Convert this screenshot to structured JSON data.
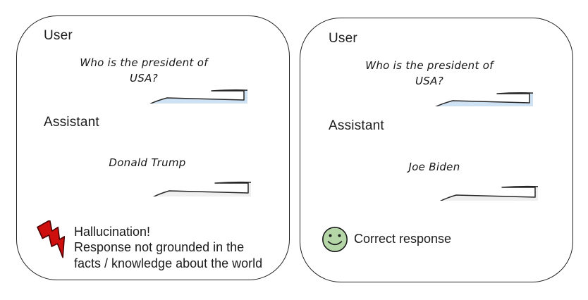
{
  "colors": {
    "user_bubble_fill": "#cfe2f3",
    "assistant_bubble_fill": "#efefef",
    "bubble_stroke": "#262626",
    "panel_border": "#222222",
    "bolt_fill": "#cf0e0e",
    "bolt_stroke": "#4a0000",
    "smiley_fill": "#b5d7a8",
    "smiley_stroke": "#1a1a1a",
    "text": "#1c1c1c"
  },
  "panels": [
    {
      "user_label": "User",
      "user_message_line1": "Who is the president of",
      "user_message_line2": "USA?",
      "assistant_label": "Assistant",
      "assistant_message": "Donald Trump",
      "verdict_icon": "lightning-bolt-icon",
      "verdict_line1": "Hallucination!",
      "verdict_line2": "Response not grounded in the",
      "verdict_line3": "facts / knowledge about the world"
    },
    {
      "user_label": "User",
      "user_message_line1": "Who is the president of",
      "user_message_line2": "USA?",
      "assistant_label": "Assistant",
      "assistant_message": "Joe Biden",
      "verdict_icon": "smiley-face-icon",
      "verdict_line1": "Correct response"
    }
  ]
}
